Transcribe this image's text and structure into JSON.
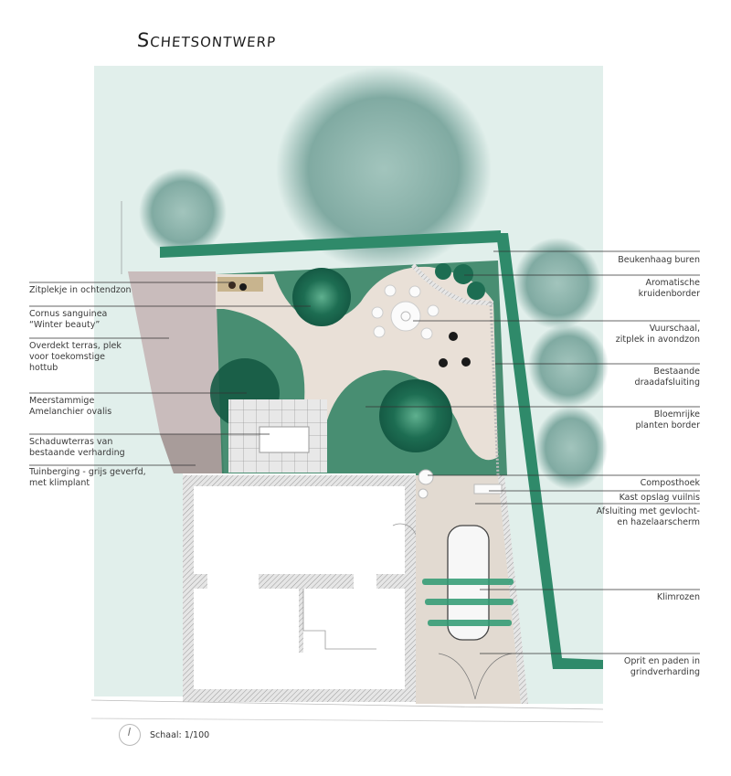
{
  "title": "Schetsontwerp",
  "colors": {
    "background_plot": "#e1efeb",
    "hedge": "#2f8a6a",
    "neighbour_trees": "#6f9e95",
    "garden_green": "#2d7d5d",
    "dark_tree": "#16614a",
    "path_beige": "#e9e0d7",
    "terrace_mauve": "#c9bcbc",
    "shed_grey": "#a89c9a",
    "house_wall": "#d6d6d6"
  },
  "labels_left": [
    {
      "id": "zitplekje",
      "text": "Zitplekje in ochtendzon"
    },
    {
      "id": "cornus",
      "text": "Cornus sanguinea\n“Winter beauty”"
    },
    {
      "id": "overdekt-terras",
      "text": "Overdekt terras, plek\nvoor toekomstige\nhottub"
    },
    {
      "id": "amelanchier",
      "text": "Meerstammige\nAmelanchier ovalis"
    },
    {
      "id": "schaduwterras",
      "text": "Schaduwterras van\nbestaande verharding"
    },
    {
      "id": "tuinberging",
      "text": "Tuinberging - grijs geverfd,\nmet klimplant"
    }
  ],
  "labels_right": [
    {
      "id": "beukenhaag",
      "text": "Beukenhaag buren"
    },
    {
      "id": "kruidenborder",
      "text": "Aromatische\nkruidenborder"
    },
    {
      "id": "vuurschaal",
      "text": "Vuurschaal,\nzitplek in avondzon"
    },
    {
      "id": "draadafsluiting",
      "text": "Bestaande\ndraadafsluiting"
    },
    {
      "id": "bloemrijke-border",
      "text": "Bloemrijke\nplanten border"
    },
    {
      "id": "composthoek",
      "text": "Composthoek"
    },
    {
      "id": "kast-vuilnis",
      "text": "Kast opslag vuilnis"
    },
    {
      "id": "afsluiting",
      "text": "Afsluiting met  gevlocht-\nen hazelaarscherm"
    },
    {
      "id": "klimrozen",
      "text": "Klimrozen"
    },
    {
      "id": "oprit",
      "text": "Oprit en paden in\ngrindverharding"
    }
  ],
  "scale": {
    "label": "Schaal: 1/100"
  }
}
